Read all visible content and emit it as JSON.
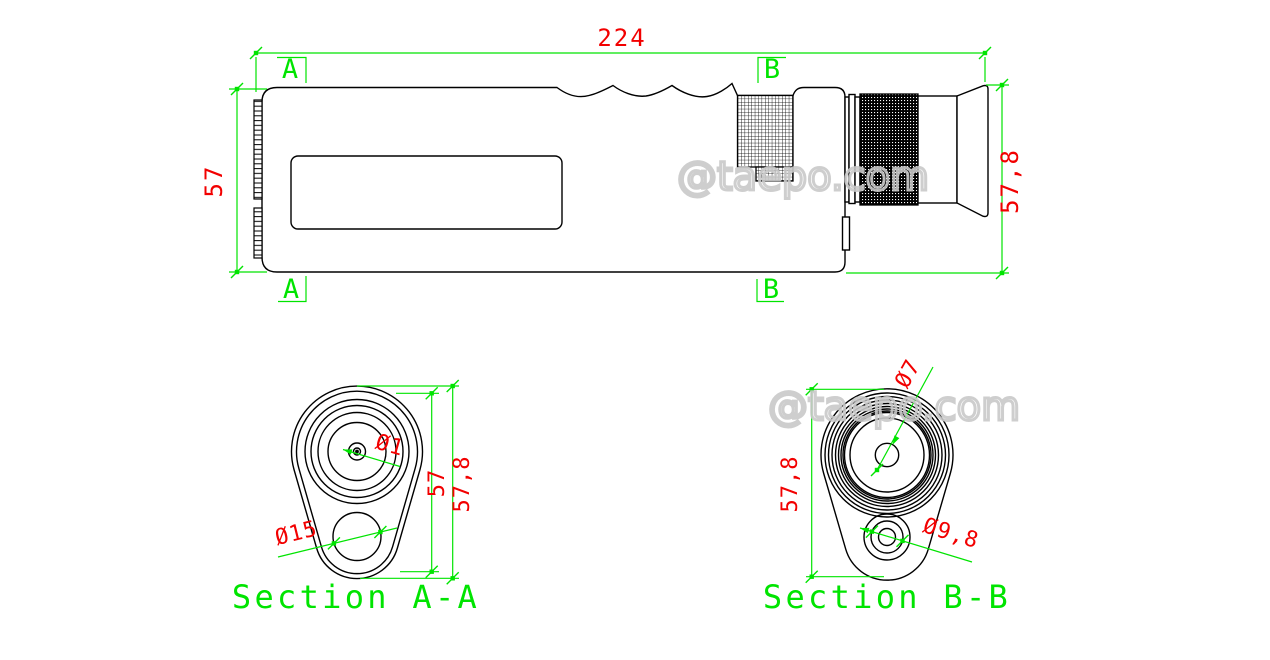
{
  "drawing": {
    "watermark": "@taepo.com",
    "top_view": {
      "dim_length": "224",
      "dim_height_left": "57",
      "dim_height_right": "57,8",
      "marker_a": "A",
      "marker_b": "B"
    },
    "section_aa": {
      "title": "Section A-A",
      "dim_center_hole": "Ø1",
      "dim_bottom_hole": "Ø15",
      "dim_inner_height": "57",
      "dim_outer_height": "57,8"
    },
    "section_bb": {
      "title": "Section B-B",
      "dim_center_hole": "Ø7",
      "dim_bottom_hole": "Ø9,8",
      "dim_height": "57,8"
    },
    "colors": {
      "outline": "#000000",
      "dimension_line": "#00e400",
      "dimension_text": "#f20000",
      "watermark": "#c9c9c9",
      "background": "#ffffff"
    }
  }
}
